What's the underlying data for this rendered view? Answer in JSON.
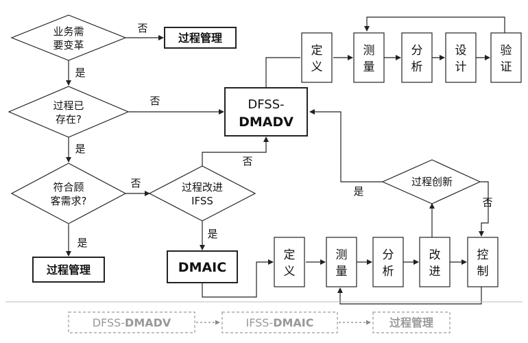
{
  "decisions": {
    "d1": [
      "业务需",
      "要变革"
    ],
    "d2": [
      "过程已",
      "存在?"
    ],
    "d3": [
      "符合顾",
      "客需求?"
    ],
    "d4": [
      "过程改进",
      "IFSS"
    ],
    "d5": "过程创新"
  },
  "boxes": {
    "pm_top": "过程管理",
    "pm_bottom": "过程管理",
    "dfss": [
      "DFSS-",
      "DMADV"
    ],
    "dmaic": "DMAIC"
  },
  "dmadv_steps": [
    [
      "定",
      "义"
    ],
    [
      "测",
      "量"
    ],
    [
      "分",
      "析"
    ],
    [
      "设",
      "计"
    ],
    [
      "验",
      "证"
    ]
  ],
  "dmaic_steps": [
    [
      "定",
      "义"
    ],
    [
      "测",
      "量"
    ],
    [
      "分",
      "析"
    ],
    [
      "改",
      "进"
    ],
    [
      "控",
      "制"
    ]
  ],
  "labels": {
    "yes": "是",
    "no": "否"
  },
  "legend": [
    {
      "normal": "DFSS-",
      "bold": "DMADV"
    },
    {
      "normal": "IFSS-",
      "bold": "DMAIC"
    },
    {
      "normal": "",
      "bold": "过程管理"
    }
  ]
}
